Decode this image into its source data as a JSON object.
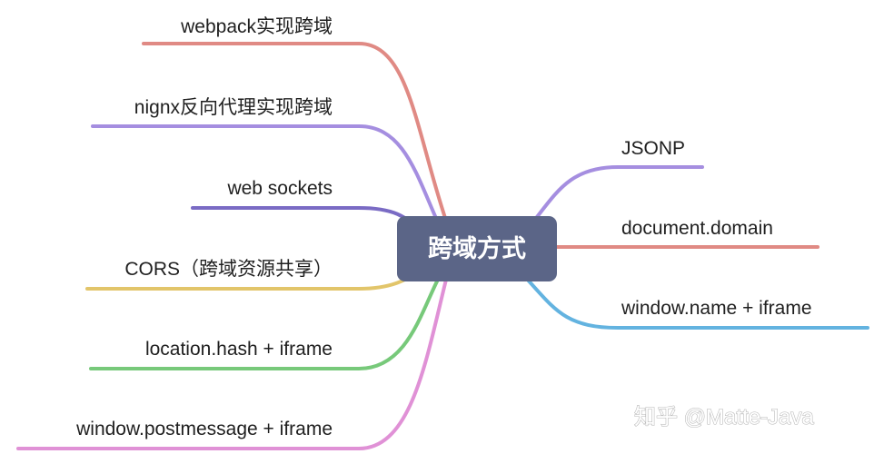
{
  "center": {
    "label": "跨域方式",
    "color": "#5b6587"
  },
  "left_branches": [
    {
      "label": "webpack实现跨域",
      "color": "#e08a84"
    },
    {
      "label": "nignx反向代理实现跨域",
      "color": "#a58ee0"
    },
    {
      "label": "web sockets",
      "color": "#7a6bc4"
    },
    {
      "label": "CORS（跨域资源共享）",
      "color": "#e2c56a"
    },
    {
      "label": "location.hash + iframe",
      "color": "#77c97a"
    },
    {
      "label": "window.postmessage + iframe",
      "color": "#e091d6"
    }
  ],
  "right_branches": [
    {
      "label": "JSONP",
      "color": "#a58ee0"
    },
    {
      "label": "document.domain",
      "color": "#e08a84"
    },
    {
      "label": "window.name + iframe",
      "color": "#63b3e0"
    }
  ],
  "watermark": {
    "text": "知乎 @Matte-Java"
  }
}
